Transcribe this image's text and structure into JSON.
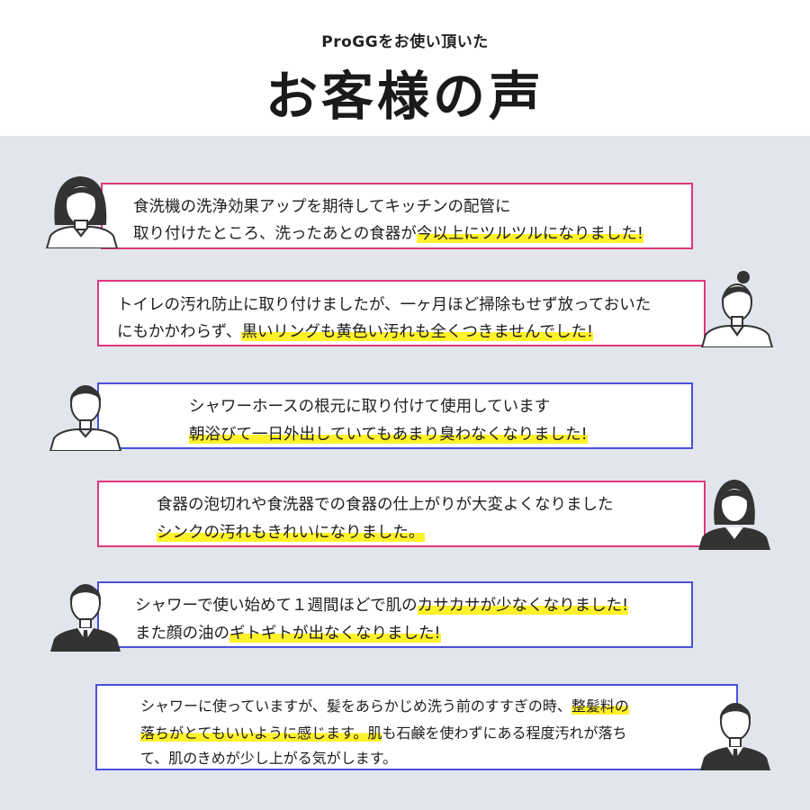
{
  "header": {
    "subtitle": "ProGGをお使い頂いた",
    "title": "お客様の声"
  },
  "colors": {
    "pink_border": "#e2357f",
    "blue_border": "#4a51d9",
    "highlight": "#fff12a",
    "background": "#e2e5ec"
  },
  "testimonials": [
    {
      "avatar": "woman-long-hair-avatar-icon",
      "lines": [
        {
          "plain": "食洗機の洗浄効果アップを期待してキッチンの配管に",
          "mark": "",
          "rest": ""
        },
        {
          "plain": "取り付けたところ、洗ったあとの食器が",
          "mark": "今以上にツルツルになりました!",
          "rest": ""
        }
      ]
    },
    {
      "avatar": "woman-bun-avatar-icon",
      "lines": [
        {
          "plain": "トイレの汚れ防止に取り付けましたが、一ヶ月ほど掃除もせず放っておいた",
          "mark": "",
          "rest": ""
        },
        {
          "plain": "にもかかわらず、",
          "mark": "黒いリングも黄色い汚れも全くつきませんでした!",
          "rest": ""
        }
      ]
    },
    {
      "avatar": "man-casual-avatar-icon",
      "lines": [
        {
          "plain": "シャワーホースの根元に取り付けて使用しています",
          "mark": "",
          "rest": ""
        },
        {
          "plain": "",
          "mark": "朝浴びて一日外出していてもあまり臭わなくなりました!",
          "rest": ""
        }
      ]
    },
    {
      "avatar": "woman-suit-avatar-icon",
      "lines": [
        {
          "plain": "食器の泡切れや食洗器での食器の仕上がりが大変よくなりました",
          "mark": "",
          "rest": ""
        },
        {
          "plain": "",
          "mark": "シンクの汚れもきれいになりました。",
          "rest": ""
        }
      ]
    },
    {
      "avatar": "man-suit-avatar-icon",
      "lines": [
        {
          "plain": "シャワーで使い始めて１週間ほどで肌の",
          "mark": "カサカサが少なくなりました!",
          "rest": ""
        },
        {
          "plain": "また顔の油の",
          "mark": "ギトギトが出なくなりました!",
          "rest": ""
        }
      ]
    },
    {
      "avatar": "man-suit-short-hair-avatar-icon",
      "lines": [
        {
          "plain": "シャワーに使っていますが、髪をあらかじめ洗う前のすすぎの時、",
          "mark": "整髪料の",
          "rest": ""
        },
        {
          "plain": "",
          "mark": "落ちがとてもいいように感じます。肌",
          "rest": "も石鹸を使わずにある程度汚れが落ち"
        },
        {
          "plain": "て、肌のきめが少し上がる気がします。",
          "mark": "",
          "rest": ""
        }
      ]
    }
  ]
}
